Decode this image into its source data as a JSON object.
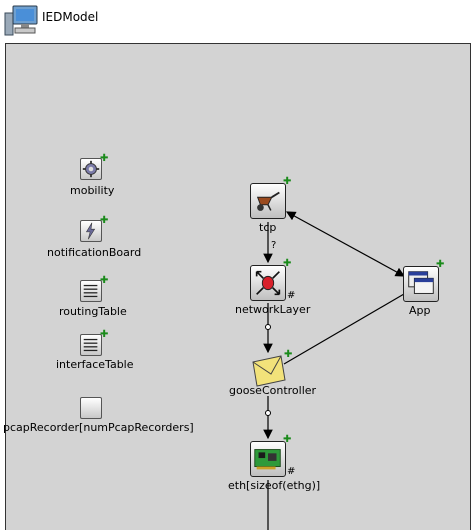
{
  "window": {
    "title": "IEDModel",
    "icon": "computer-icon"
  },
  "submodules": {
    "mobility": {
      "label": "mobility",
      "icon": "gear-icon"
    },
    "notificationBoard": {
      "label": "notificationBoard",
      "icon": "lightning-icon"
    },
    "routingTable": {
      "label": "routingTable",
      "icon": "table-icon"
    },
    "interfaceTable": {
      "label": "interfaceTable",
      "icon": "table-icon"
    },
    "pcapRecorder": {
      "label": "pcapRecorder[numPcapRecorders]",
      "icon": "blank-box-icon"
    },
    "tcp": {
      "label": "tcp",
      "icon": "wheelbarrow-icon"
    },
    "networkLayer": {
      "label": "networkLayer",
      "icon": "router-icon"
    },
    "app": {
      "label": "App",
      "icon": "windows-icon"
    },
    "gooseController": {
      "label": "gooseController",
      "icon": "envelope-icon"
    },
    "eth": {
      "label": "eth[sizeof(ethg)]",
      "icon": "network-card-icon"
    }
  },
  "gate_markers": {
    "hash": "#",
    "question": "?"
  },
  "colors": {
    "canvas": "#d3d3d3",
    "plus": "#1a8a1a",
    "envelope": "#f2e27a",
    "nic": "#2e9a3a"
  }
}
